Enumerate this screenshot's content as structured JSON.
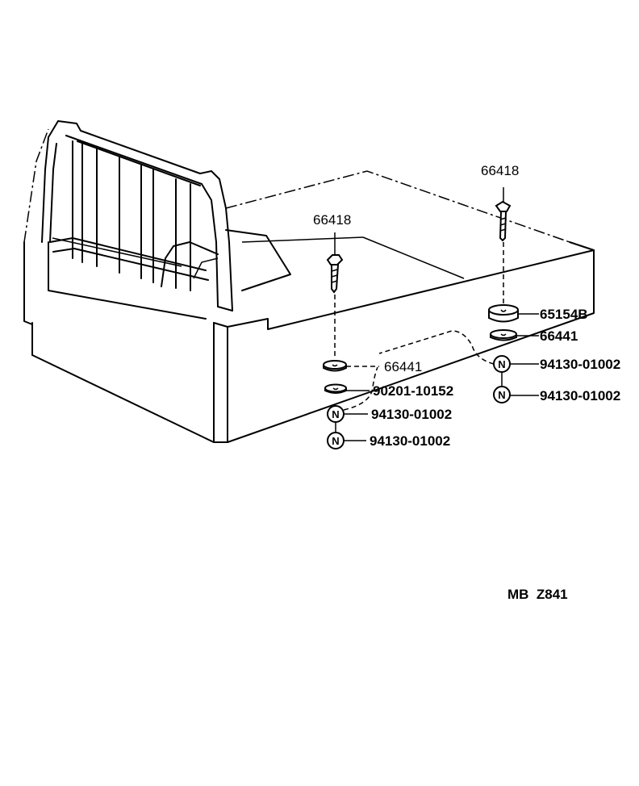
{
  "diagram": {
    "drawing_code": "MB  Z841",
    "callouts": {
      "bolt_left": "66418",
      "bolt_right": "66418",
      "cushion_right": "65154B",
      "washer_right": "66441",
      "nut_right_1": "94130-01002",
      "nut_right_2": "94130-01002",
      "washer_left": "66441",
      "washer_left_2": "90201-10152",
      "nut_left_1": "94130-01002",
      "nut_left_2": "94130-01002"
    },
    "nut_symbol": "N"
  }
}
